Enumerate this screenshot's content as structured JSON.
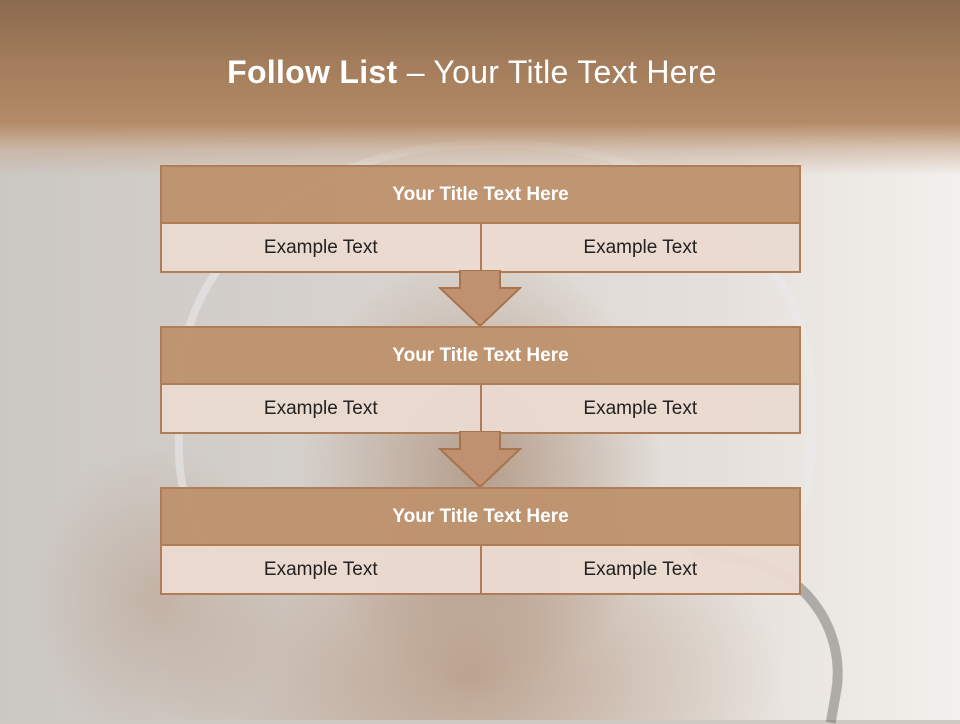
{
  "title": {
    "bold_part": "Follow List",
    "rest": " – Your Title Text Here"
  },
  "blocks": [
    {
      "title": "Your Title Text Here",
      "left": "Example Text",
      "right": "Example Text"
    },
    {
      "title": "Your Title Text Here",
      "left": "Example Text",
      "right": "Example Text"
    },
    {
      "title": "Your Title Text Here",
      "left": "Example Text",
      "right": "Example Text"
    }
  ],
  "colors": {
    "accent": "#c09170",
    "border": "#b07d56",
    "cell_bg": "#ebdcd2",
    "title_text": "#ffffff"
  }
}
